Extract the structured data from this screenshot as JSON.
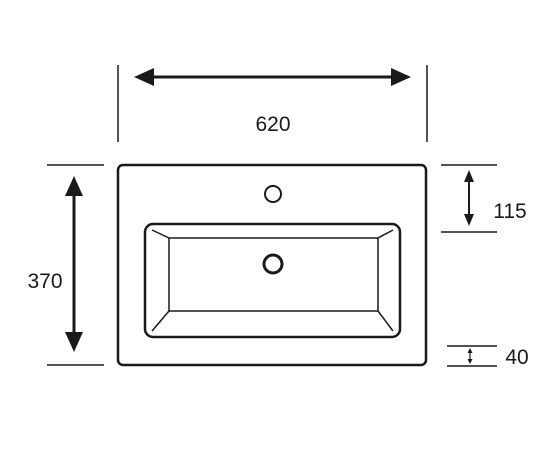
{
  "diagram": {
    "dimensions": {
      "width": "620",
      "depth": "370",
      "tap_hole_offset": "115",
      "rim_height": "40"
    },
    "colors": {
      "line": "#1a1a1a",
      "background": "#ffffff"
    }
  }
}
